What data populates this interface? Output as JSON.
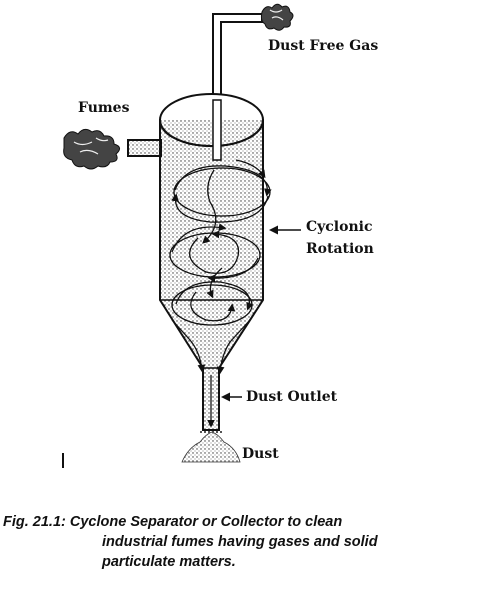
{
  "labels": {
    "dust_free_gas": "Dust Free Gas",
    "fumes": "Fumes",
    "cyclonic_line1": "Cyclonic",
    "cyclonic_line2": "Rotation",
    "dust_outlet": "Dust Outlet",
    "dust": "Dust"
  },
  "caption": {
    "line1": "Fig. 21.1: Cyclone Separator or Collector to clean",
    "line2": "industrial fumes having gases and solid",
    "line3": "particulate matters."
  },
  "icons": [
    "smoke-puff-icon",
    "arrow-icon",
    "text-cursor-icon"
  ]
}
